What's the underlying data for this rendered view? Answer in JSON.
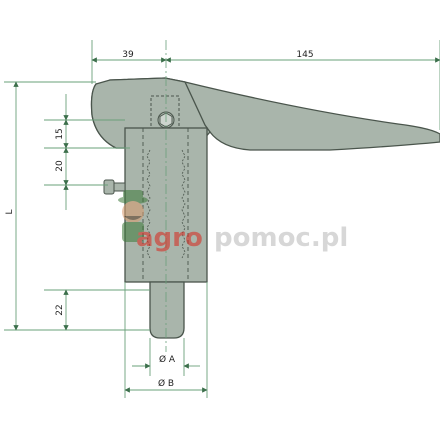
{
  "dimensions": {
    "top_left": "39",
    "top_right": "145",
    "left_15": "15",
    "left_20": "20",
    "left_L": "L",
    "left_22": "22",
    "bottom_A": "Ø A",
    "bottom_B": "Ø B"
  },
  "watermark": {
    "prefix": "agro",
    "suffix": "pomoc.pl"
  },
  "colors": {
    "part_fill": "#a9b5ab",
    "part_stroke": "#4a554c",
    "dimension_line": "#6aa07a",
    "watermark_red": "#d9261c",
    "watermark_gray": "#b8b8b8"
  }
}
